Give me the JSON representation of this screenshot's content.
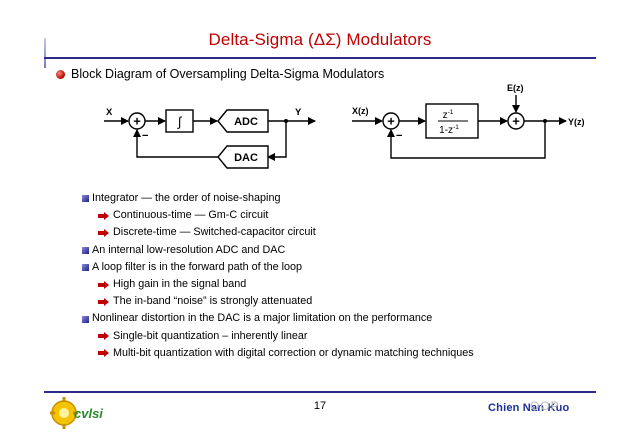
{
  "slide": {
    "title": "Delta-Sigma (ΔΣ) Modulators",
    "main_bullet": "Block Diagram of Oversampling Delta-Sigma Modulators",
    "page_number": "17",
    "author": "Chien Nan Kuo",
    "logo_text": "cvlsi",
    "watermark": "OOP"
  },
  "diagram_left": {
    "input_label": "X",
    "output_label": "Y",
    "integrator_symbol": "∫",
    "adc_label": "ADC",
    "dac_label": "DAC",
    "sum_sign": "+",
    "minus_sign": "−"
  },
  "diagram_right": {
    "input_label": "X(z)",
    "output_label": "Y(z)",
    "error_label": "E(z)",
    "tf_numerator": "z",
    "tf_num_exp": "-1",
    "tf_denominator": "1-z",
    "tf_den_exp": "-1",
    "sum_sign": "+",
    "minus_sign": "−"
  },
  "bullets": [
    {
      "level": 1,
      "text": "Integrator  —  the order of noise-shaping"
    },
    {
      "level": 2,
      "text": "Continuous-time  —  Gm-C circuit"
    },
    {
      "level": 2,
      "text": "Discrete-time  —  Switched-capacitor circuit"
    },
    {
      "level": 1,
      "text": "An internal low-resolution ADC and DAC"
    },
    {
      "level": 1,
      "text": "A loop filter is in the forward path of the loop"
    },
    {
      "level": 2,
      "text": "High gain in the signal band"
    },
    {
      "level": 2,
      "text": "The in-band “noise” is strongly attenuated"
    },
    {
      "level": 1,
      "text": "Nonlinear distortion in the DAC is a major limitation on the performance"
    },
    {
      "level": 2,
      "text": "Single-bit quantization – inherently linear"
    },
    {
      "level": 2,
      "text": "Multi-bit quantization with digital correction or dynamic matching techniques"
    }
  ],
  "colors": {
    "title": "#c00000",
    "rule": "#2a2a8a",
    "author": "#1c2f9a"
  }
}
